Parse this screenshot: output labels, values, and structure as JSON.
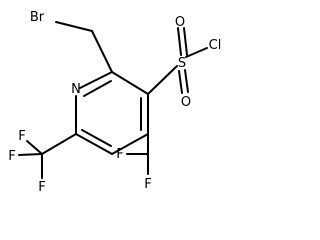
{
  "molecule": {
    "atoms": {
      "br": "Br",
      "n": "N",
      "s": "S",
      "cl": "Cl",
      "o_top": "O",
      "o_bottom": "O",
      "f_cf3_top": "F",
      "f_cf3_left": "F",
      "f_cf3_bottom": "F",
      "f_chf2_left": "F",
      "f_chf2_bottom": "F"
    }
  }
}
